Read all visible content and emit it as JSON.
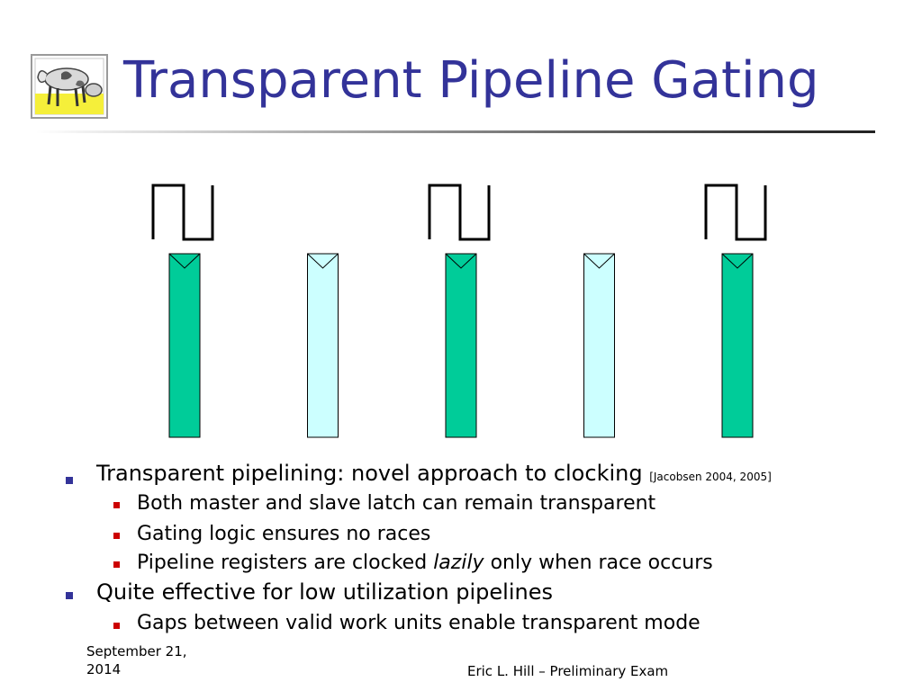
{
  "slide": {
    "title": "Transparent Pipeline Gating"
  },
  "colors": {
    "title": "#333399",
    "latch_active": "#00CC99",
    "latch_transparent": "#CCFFFF",
    "bullet_level1": "#333399",
    "bullet_level2": "#CC0000"
  },
  "diagram": {
    "clock_count": 3,
    "latches": [
      {
        "state": "active"
      },
      {
        "state": "transparent"
      },
      {
        "state": "active"
      },
      {
        "state": "transparent"
      },
      {
        "state": "active"
      }
    ]
  },
  "bullets": {
    "b1": {
      "text": "Transparent pipelining: novel approach to clocking ",
      "citation": "[Jacobsen 2004, 2005]",
      "sub": [
        "Both master and slave latch can remain transparent",
        "Gating logic ensures no races"
      ],
      "sub3": {
        "before": "Pipeline registers are clocked ",
        "emphasis": "lazily",
        "after": " only when race occurs"
      }
    },
    "b2": {
      "text": "Quite effective for low utilization pipelines",
      "sub": [
        "Gaps between valid work units enable transparent mode"
      ]
    }
  },
  "footer": {
    "date": "September 21, 2014",
    "author": "Eric L. Hill – Preliminary Exam"
  }
}
